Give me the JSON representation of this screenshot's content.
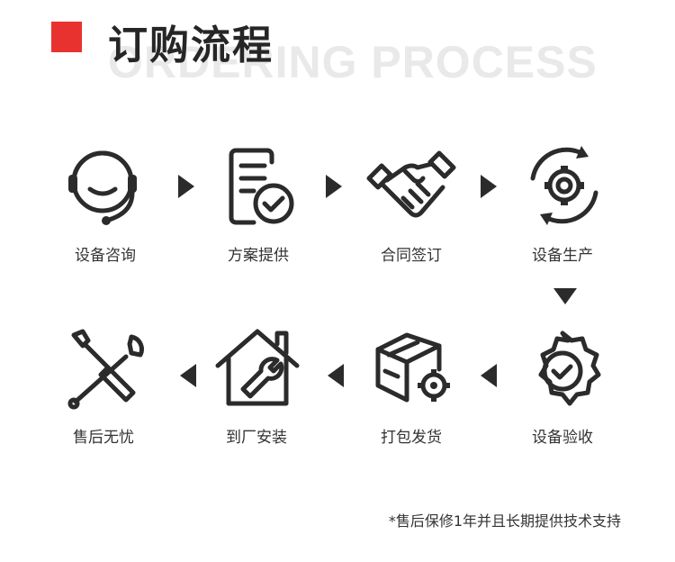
{
  "header": {
    "title": "订购流程",
    "subtitle_en": "ORDERING PROCESS",
    "accent_color": "#e8322f"
  },
  "steps_row1": [
    {
      "label": "设备咨询",
      "icon": "headset-icon"
    },
    {
      "label": "方案提供",
      "icon": "document-check-icon"
    },
    {
      "label": "合同签订",
      "icon": "handshake-icon"
    },
    {
      "label": "设备生产",
      "icon": "gear-cycle-icon"
    }
  ],
  "steps_row2": [
    {
      "label": "售后无忧",
      "icon": "tools-icon"
    },
    {
      "label": "到厂安装",
      "icon": "house-wrench-icon"
    },
    {
      "label": "打包发货",
      "icon": "box-gear-icon"
    },
    {
      "label": "设备验收",
      "icon": "badge-check-icon"
    }
  ],
  "footnote": "*售后保修1年并且长期提供技术支持"
}
